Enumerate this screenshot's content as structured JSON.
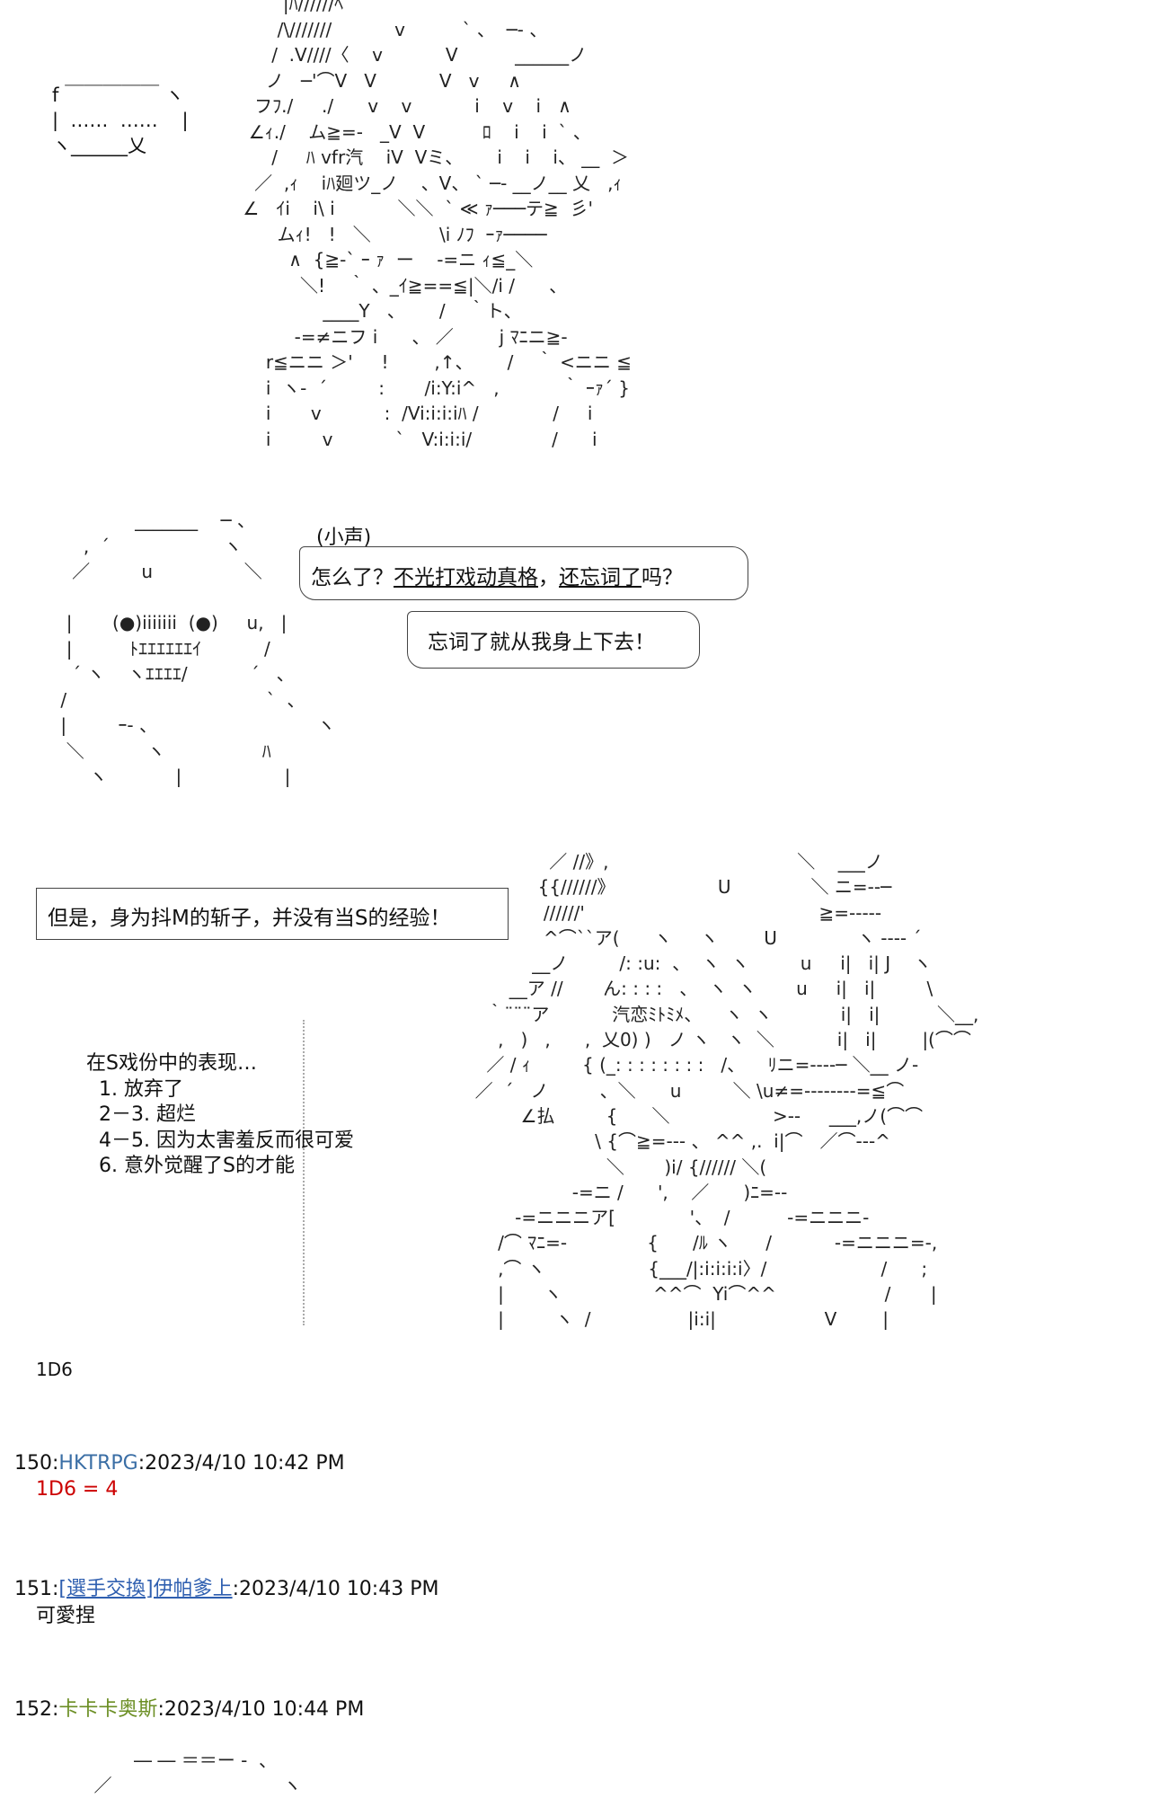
{
  "art": {
    "top": "           |ﾊ//////ﾍ\n          /\\///////           v          ` 、  ─- 、\n         /  .V////〈    v           V          ______ノ\n        ノ   ─'⌒V   V           V   v     ∧\n      フﾌ./     ./      v    v           i    v    i   ∧\n     ∠ｨ./    ム≧=-   _V  V          ﾛ    i    i  ` 、\n         /     ﾊ vfr汽    iV  Vミ、      i    i    i、 __  ＞\n      ／  ,ｨ    iﾊ廻ツ_ノ    、V、 ` ─- __ノ__ 乂   ,ｨ\n    ∠   ｲi    i\\ i           ＼＼  ` ≪ ｧ───テ≧  彡'\n          ムｨ!   !   ＼            \\i ﾉﾌ  ｰｧ────\n            ∧  {≧-` ｰ ｧ  ー    -=ニ ｨ≦_＼\n              ＼!    ｀ 、_ｲ≧==≦|＼/i /      、\n                  ____Y   、      /    ｀ト、\n             -=≠ニフ i      、 ／        j ﾏﾆニ≧-\n        r≦ニニ ＞'     !        ,↑、      /    ｀ <ニニ ≦\n        i  ヽ-  ´         :       /i:Y:i^   ,           ｀ ｰｧ´ }\n        i       v           :  /Vi:i:i:iﾊ /             /     i\n        i         v           `   V:i:i:i/              /      i",
    "bubble_top_rows": [
      "f ￣￣￣￣￣ ヽ",
      "|  ……  ……    |",
      "ヽ______乂"
    ],
    "face": "                 _______    ─ 、\n        ,  ´                    ヽ\n      ／         u                ＼\n\n     |       (●)iiiiiii  (●)     u,   |\n     |          ﾄｴｴｴｴｴｴｲ           /\n      ´ ヽ    ヽｴｴｴｴ/           ´   、\n    /                                   `  、\n    |         ｰ- 、                            ヽ\n     ＼           ヽ                 ﾊ\n         ヽ            |                  |",
    "figure": "                          ／ //》,                                 ＼    ___ノ\n                        {{//////》                  U              ＼ ニ=‐‐─\n                         //////'                                         ≧=‐‐‐‐‐\n                         ^⌒``ア(      ヽ     ヽ        U              ヽ ‐‐‐‐ ´\n                       __ノ         /: :u:  、  ヽ  ヽ         u     i|   i| J    ヽ\n                   __ア //       ん: : : :   、  ヽ  ヽ       u     i|   i|         \\\n               ｀¨¨¨ア           汽恋ﾐﾄﾐﾒ、    ヽ  ヽ            i|   i|          ＼__,\n                 ,   )   ,      ,  乂0) )   ノ ヽ   ヽ  ＼           i|   i|        |(⌒⌒\n               ／ / ｨ         { (_: : : : : : : :   /、    ﾘニ=‐‐‐‐─ ＼__ ノ‐\n             ／  ´   ノ         、＼      u         ＼ \\u≠=‐‐‐‐‐‐‐‐=≦⌒\n                     ∠払         {      ＼                  >‐-     ___,ノ(⌒⌒\n                                  \\ {⌒≧=‐‐- 、 ^^ ,.  i|⌒   ／⌒‐‐‐^\n                                    ＼       )i/ {////// ＼(\n                              -=ニ /      ',    ／      )ﾆ=‐-\n                    -=ニニニア[             '、  /          -=ニニニ-\n                 /⌒ ﾏﾆ=-              {      /ﾙ ヽ      /           -=ニニニ=-,\n                 ,⌒ ヽ                  {___/|:i:i:i:i〉/                    /      ;\n                 |       ヽ                ^^⌒  Yi⌒^^                   /       |\n                 |         ヽ  /                 |i:i|                   V        |",
    "bottom": "              ― ― ＝＝ー -  、\n       ／                              ヽ"
  },
  "dialogue": {
    "whisper_label": "(小声)",
    "line1_prefix": "怎么了？",
    "line1_underlined": "不光打戏动真格",
    "line1_mid": "，",
    "line1_underlined2": "还忘词了",
    "line1_suffix": "吗？",
    "line2": "忘词了就从我身上下去！",
    "line3": "但是，身为抖M的斩子，并没有当S的经验！"
  },
  "outcome_list": {
    "title": "在S戏份中的表现…",
    "items": [
      "1. 放弃了",
      "2－3. 超烂",
      "4－5. 因为太害羞反而很可爱",
      "6. 意外觉醒了S的才能"
    ]
  },
  "roll_label": "1D6",
  "posts": [
    {
      "number": "150",
      "name": "HKTRPG",
      "timestamp": "2023/4/10 10:42 PM",
      "body": "1D6 = 4"
    },
    {
      "number": "151",
      "name": "[選手交換]伊帕爹上",
      "timestamp": "2023/4/10 10:43 PM",
      "body": "可愛捏"
    },
    {
      "number": "152",
      "name": "卡卡卡奥斯",
      "timestamp": "2023/4/10 10:44 PM",
      "body": ""
    }
  ],
  "colors": {
    "dice_result": "#cc0000",
    "name_blue": "#3a6ea5",
    "name_link": "#2f5fb0",
    "name_green": "#6b8e23"
  }
}
